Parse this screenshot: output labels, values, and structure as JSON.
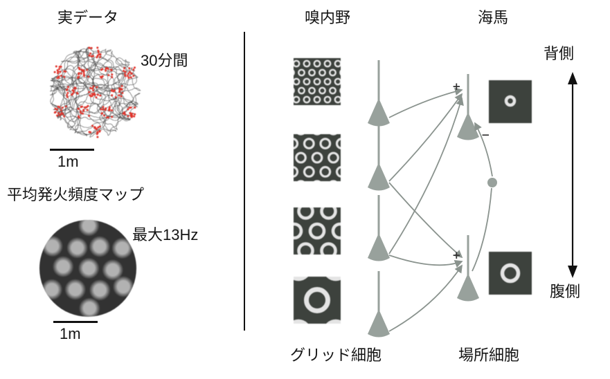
{
  "figure": {
    "left_panel": {
      "title": "実データ",
      "trajectory_caption": "30分間",
      "trajectory_scale": "1m",
      "ratemap_title": "平均発火頻度マップ",
      "ratemap_caption": "最大13Hz",
      "ratemap_scale": "1m"
    },
    "right_panel": {
      "region_left": "嗅内野",
      "region_right": "海馬",
      "axis_top": "背側",
      "axis_bottom": "腹側",
      "bottom_left_label": "グリッド細胞",
      "bottom_right_label": "場所細胞",
      "synapse_plus_dorsal": "+",
      "synapse_minus": "−",
      "synapse_plus_ventral": "+"
    },
    "colors": {
      "neuron": "#98a19c",
      "connection": "#8a938e",
      "pattern_bg": "#3d423d",
      "pattern_ring": "#e4e4e4",
      "trajectory_line": "#4d4d4d",
      "spike_dot": "#e0332a",
      "ratemap_bg": "#323232",
      "ratemap_blob": "#b2b2b2",
      "axis_arrow": "#111111"
    }
  }
}
